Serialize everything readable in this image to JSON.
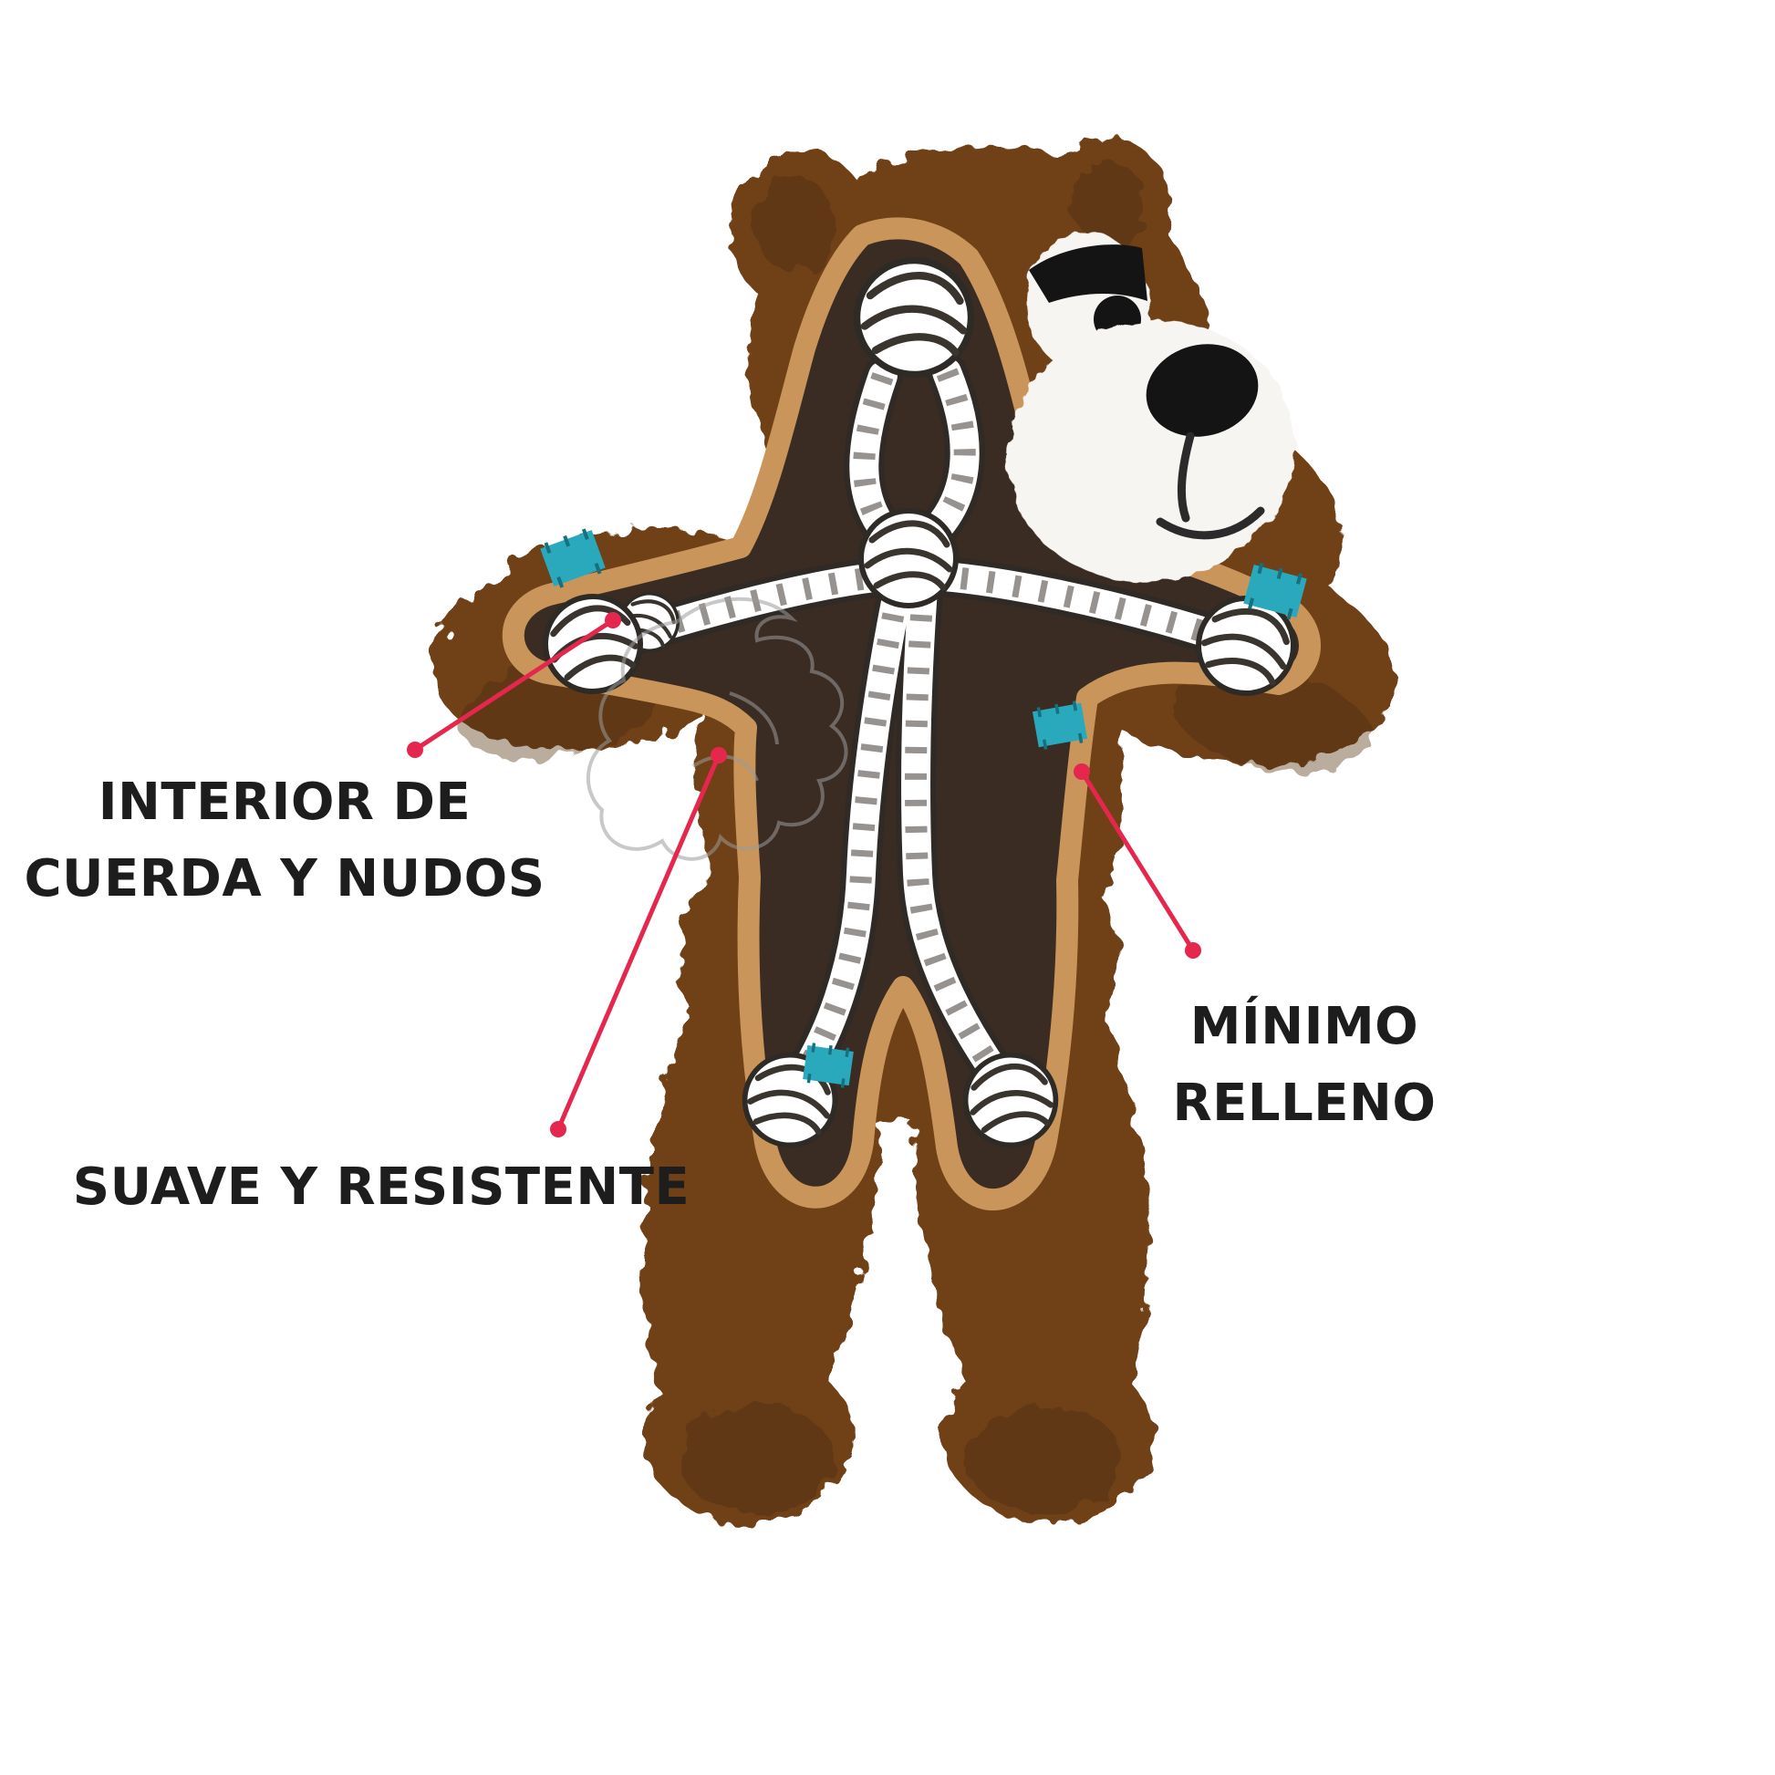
{
  "colors": {
    "page_background": "#ffffff",
    "text": "#1d1d1d",
    "accent": "#e5274e",
    "fur": "#6f4018",
    "fur_dark": "#4a2a0e",
    "interior": "#3a2c23",
    "trim": "#c9955a",
    "rope": "#ffffff",
    "patch": "#2aa9bd",
    "muzzle": "#f7f5f2",
    "watermark": "#9a9a9a"
  },
  "callouts": {
    "rope_interior": {
      "text": "INTERIOR DE\nCUERDA Y NUDOS"
    },
    "soft_durable": {
      "text": "SUAVE Y RESISTENTE"
    },
    "minimal_stuffing": {
      "text": "MÍNIMO\nRELLENO"
    }
  }
}
